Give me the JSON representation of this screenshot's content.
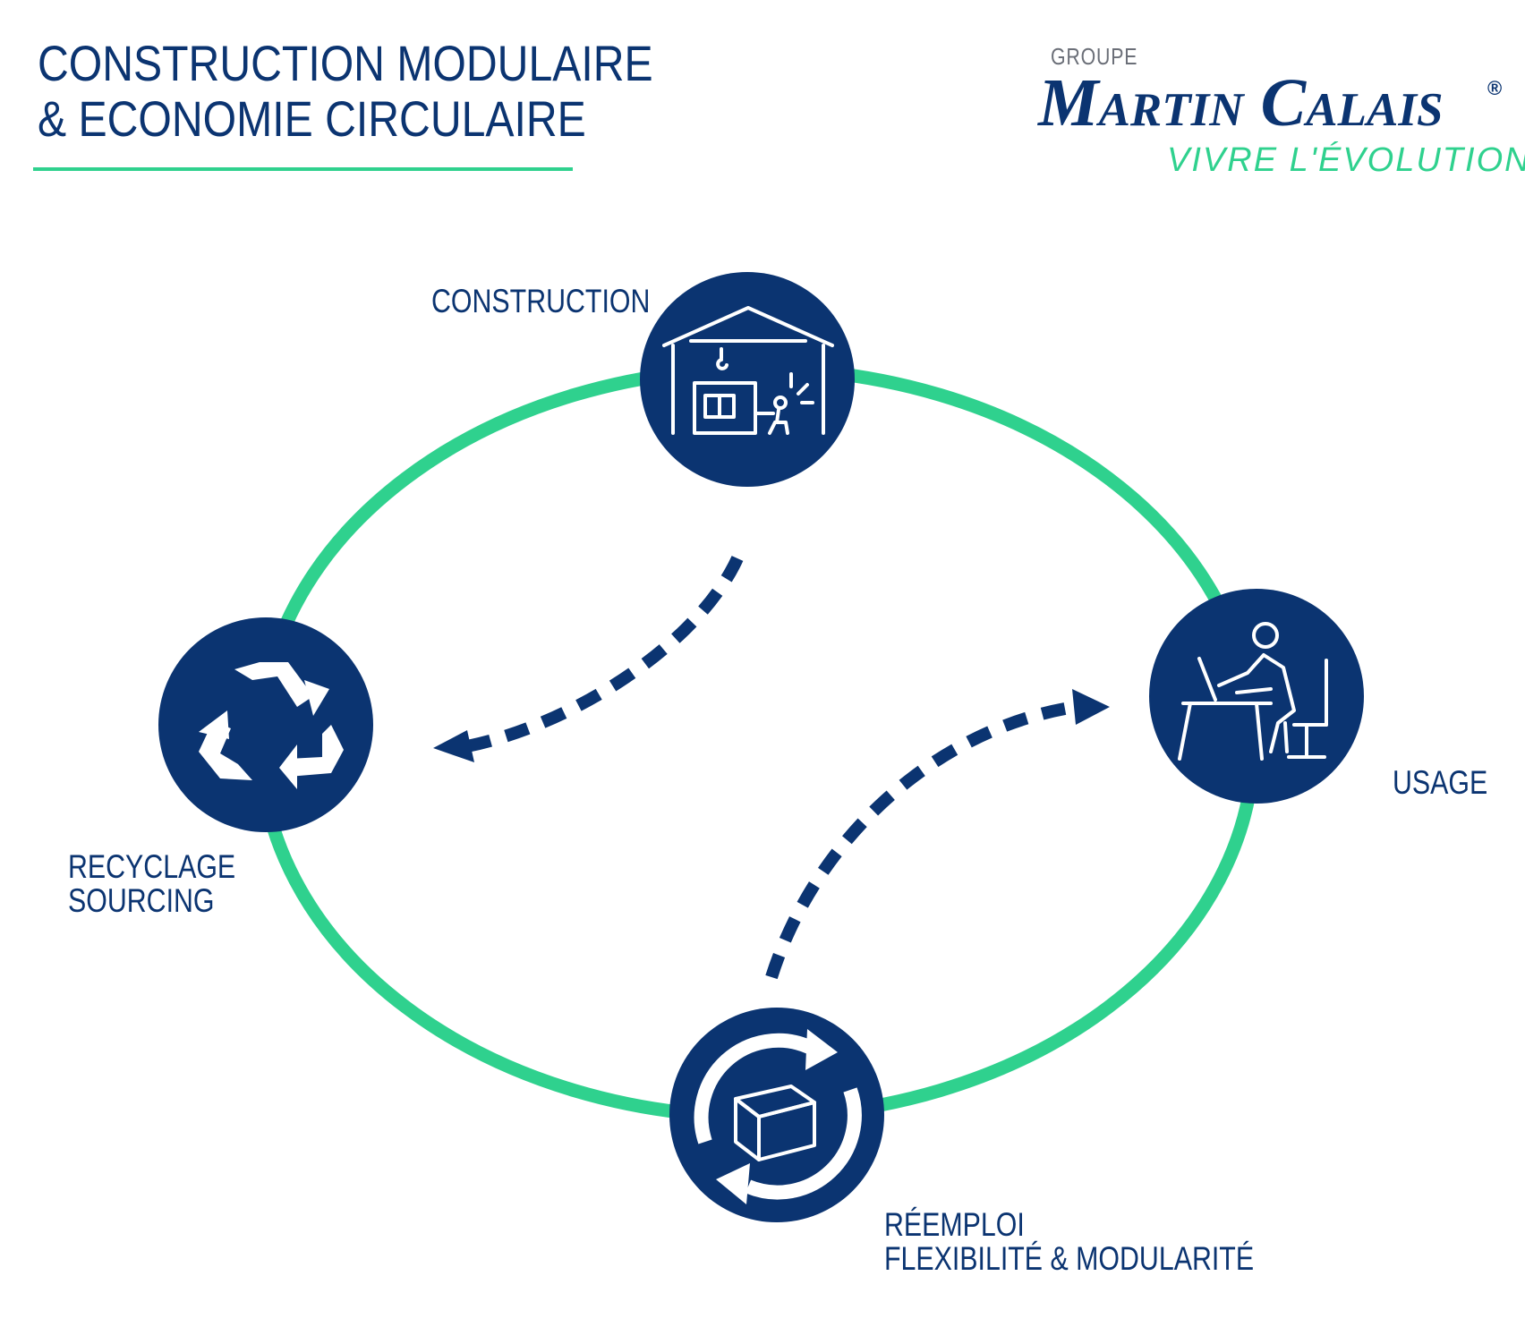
{
  "header": {
    "title_line1": "CONSTRUCTION MODULAIRE",
    "title_line2": "& ECONOMIE CIRCULAIRE"
  },
  "logo": {
    "groupe": "GROUPE",
    "name": "Martin Calais",
    "registered": "®",
    "tagline": "VIVRE L'ÉVOLUTION"
  },
  "stages": {
    "construction": {
      "label": "CONSTRUCTION",
      "icon": "factory-crane-icon"
    },
    "usage": {
      "label": "USAGE",
      "icon": "person-at-desk-icon"
    },
    "recyclage": {
      "line1": "RECYCLAGE",
      "line2": "SOURCING",
      "icon": "recycle-icon"
    },
    "reemploi": {
      "line1": "RÉEMPLOI",
      "line2": "FLEXIBILITÉ & MODULARITÉ",
      "icon": "box-cycle-icon"
    }
  },
  "colors": {
    "navy": "#0b3471",
    "green": "#2fd18e",
    "grey": "#6b6f78"
  }
}
